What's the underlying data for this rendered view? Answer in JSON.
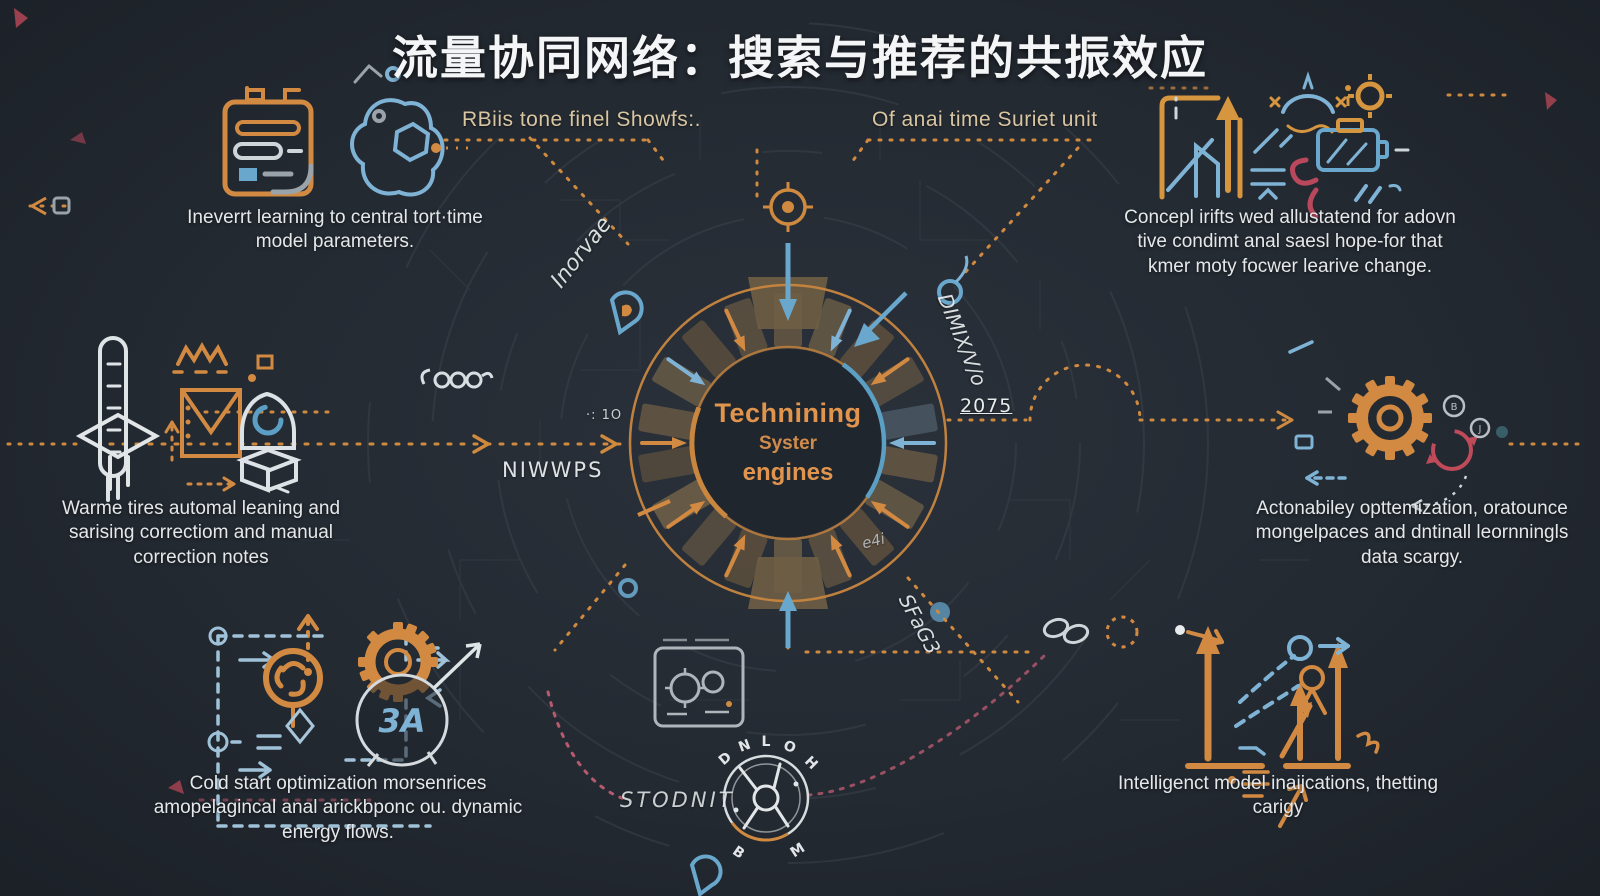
{
  "title": "流量协同网络：搜索与推荐的共振效应",
  "hub": {
    "line1": "Technining",
    "line2": "Syster",
    "line3": "engines"
  },
  "flow_labels": {
    "top_left": "RBiis tone finel Showfs:.",
    "top_right": "Of anai time Suriet unit"
  },
  "blocks": {
    "top_left": "Ineverrt learning to central tort·time model parameters.",
    "top_right": "Concepl irifts wed allustatend for adovn tive condimt anal saesl hope-for that kmer moty focwer learive change.",
    "mid_left": "Warme tires automal leaning and sarising correctiom and manual correction notes",
    "mid_right": "Actonabiley opttemization, oratounce mongelpaces and dntinall leornningls data scargy.",
    "bottom_left": "Cold start optimization morsenrices amopelagincal anal arickbponc ou. dynamic energy flows.",
    "bottom_right": "Intelligenct model inaijcations, thetting carigy"
  },
  "scribbles": {
    "inorvae": "Inorvae",
    "dimix": "DIMIX/V/o",
    "sfag": "SFaG3",
    "niwwps": "NIWWPS",
    "year": "2075",
    "stodnit": "STODNIT",
    "ten": "·: 1O",
    "threea": "3A",
    "e4i": "e4i"
  },
  "compass": {
    "letters": [
      "D",
      "N",
      "L",
      "O",
      "H",
      "B",
      "M"
    ]
  },
  "colors": {
    "background": "#242a32",
    "accent_orange": "#d28a42",
    "accent_blue": "#7fb3d5",
    "accent_red": "#bf4a5a",
    "label_tan": "#d8c5a2",
    "text_white": "#e4e8ea",
    "hub_text": "#e0944d"
  },
  "icons": [
    "document-stack-icon",
    "brain-circuit-icon",
    "target-icon",
    "thermometer-icon",
    "graduation-cap-icon",
    "envelope-chart-icon",
    "lock-box-icon",
    "flowchart-icon",
    "recycle-icon",
    "gear-icon",
    "badge-3a-icon",
    "machine-box-icon",
    "compass-icon",
    "chart-frame-icon",
    "dome-icon",
    "battery-icon",
    "small-gear-icon",
    "red-squiggle-icon",
    "big-gear-icon",
    "cycle-arrows-icon",
    "growth-arrows-icon",
    "chain-links-icon",
    "location-pin-icon",
    "circle-chain-icon"
  ]
}
